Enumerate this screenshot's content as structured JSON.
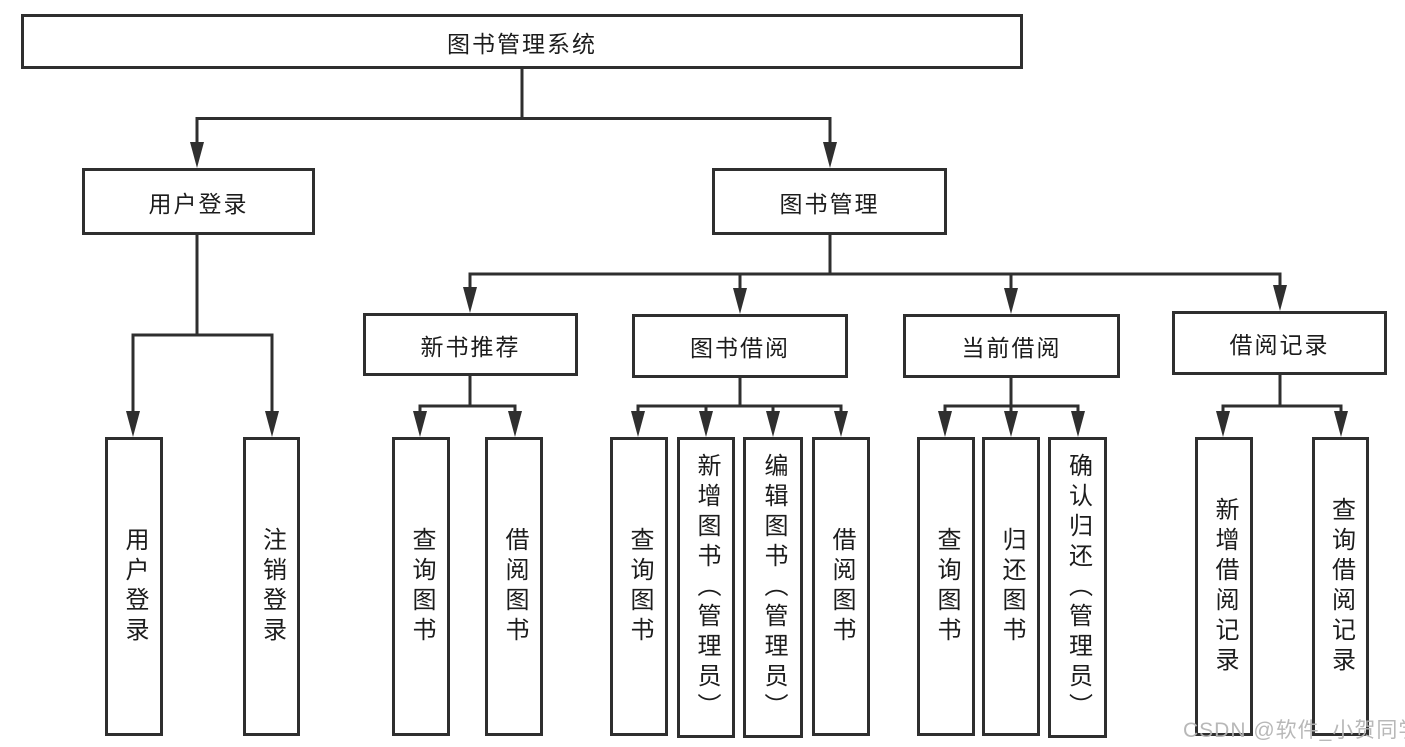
{
  "diagram": {
    "root": "图书管理系统",
    "branches": [
      {
        "label": "用户登录",
        "children": [
          "用户登录",
          "注销登录"
        ]
      },
      {
        "label": "图书管理",
        "sections": [
          {
            "label": "新书推荐",
            "children": [
              "查询图书",
              "借阅图书"
            ]
          },
          {
            "label": "图书借阅",
            "children": [
              "查询图书",
              "新增图书（管理员）",
              "编辑图书（管理员）",
              "借阅图书"
            ]
          },
          {
            "label": "当前借阅",
            "children": [
              "查询图书",
              "归还图书",
              "确认归还（管理员）"
            ]
          },
          {
            "label": "借阅记录",
            "children": [
              "新增借阅记录",
              "查询借阅记录"
            ]
          }
        ]
      }
    ]
  },
  "watermark": "CSDN @软件_小贺同学",
  "colors": {
    "line": "#2f2f2f",
    "text": "#1c1c1c",
    "background": "#ffffff",
    "watermark": "#b5b5b5"
  }
}
